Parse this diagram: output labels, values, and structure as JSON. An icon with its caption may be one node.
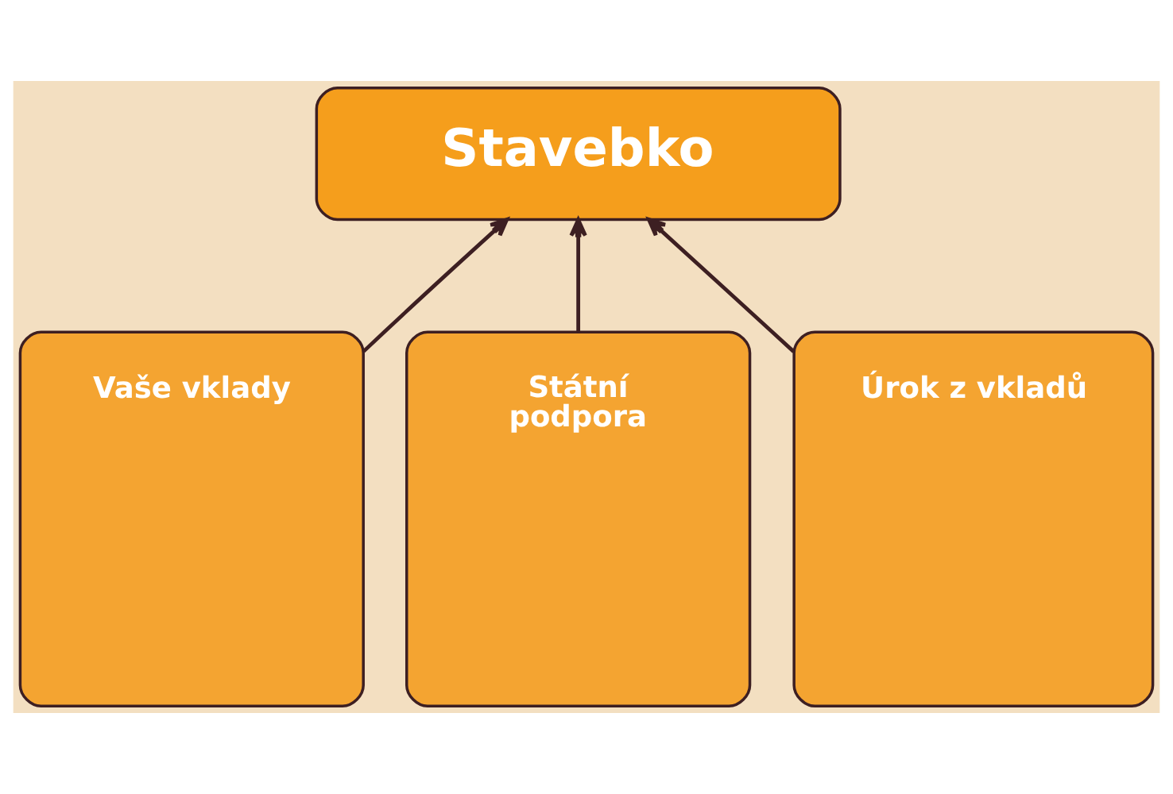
{
  "diagram": {
    "nodes": [
      {
        "text": [
          "Stavebko"
        ]
      },
      {
        "text": [
          "Vaše vklady"
        ]
      },
      {
        "text": [
          "Státní podpora"
        ]
      },
      {
        "text": [
          "Úrok z vkladů"
        ]
      }
    ],
    "edges": [
      {
        "from": 1,
        "to": 0,
        "arrow": "to"
      },
      {
        "from": 2,
        "to": 0,
        "arrow": "to"
      },
      {
        "from": 3,
        "to": 0,
        "arrow": "to"
      }
    ]
  }
}
